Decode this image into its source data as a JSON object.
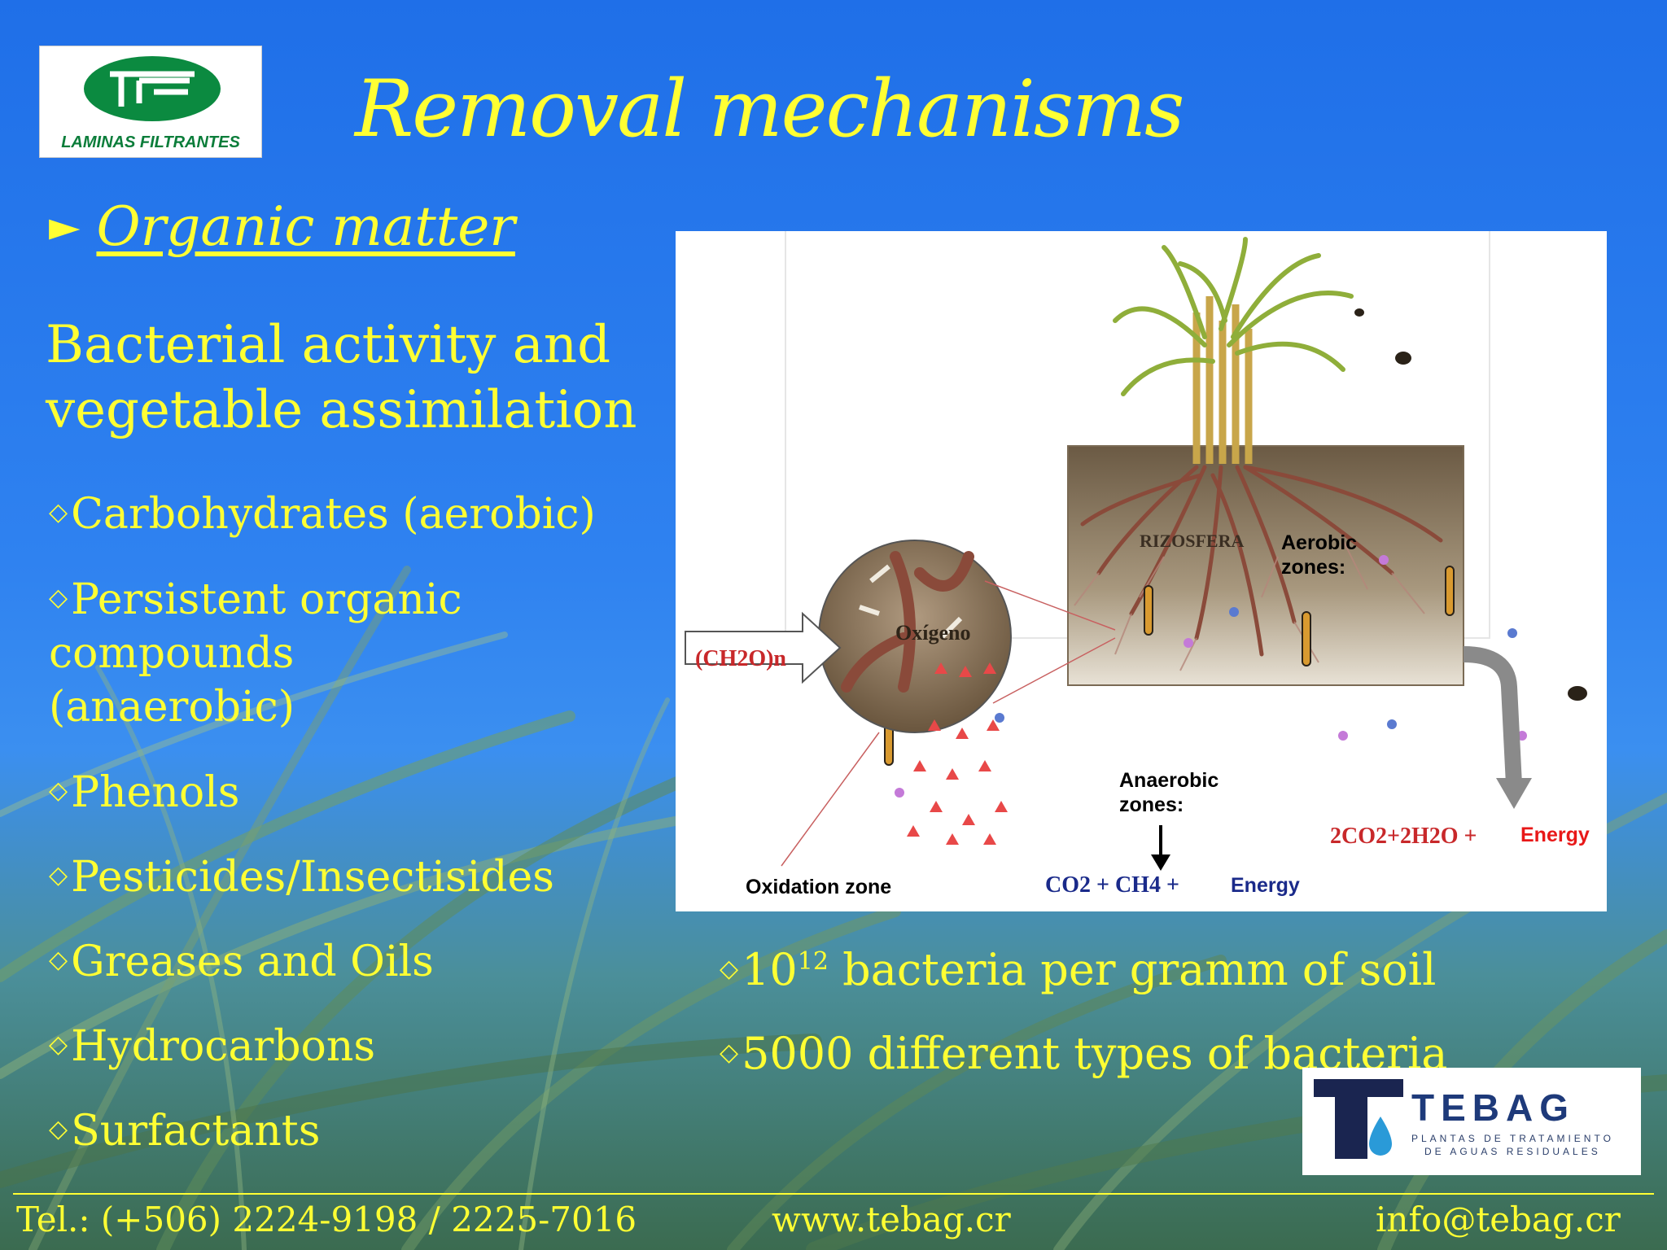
{
  "slide": {
    "title": "Removal mechanisms",
    "subheading": "Organic matter",
    "bullet_marker": "►",
    "intro_line1": "Bacterial activity and",
    "intro_line2": "vegetable assimilation",
    "item_marker": "◇",
    "items": [
      "Carbohydrates (aerobic)",
      "Persistent organic compounds",
      "(anaerobic)",
      "Phenols",
      "Pesticides/Insectisides",
      "Greases and Oils",
      "Hydrocarbons",
      "Surfactants"
    ],
    "fact1_base": "10",
    "fact1_exp": "12",
    "fact1_rest": " bacteria per gramm  of soil",
    "fact2": "5000 different types of bacteria"
  },
  "figure": {
    "label_rizosfera": "RIZOSFERA",
    "label_oxigeno": "Oxígeno",
    "label_input": "(CH2O)n",
    "label_aerobic_1": "Aerobic",
    "label_aerobic_2": "zones:",
    "label_anaerobic_1": "Anaerobic",
    "label_anaerobic_2": "zones:",
    "label_oxidation": "Oxidation zone",
    "formula_anaerobic": "CO2 + CH4 +",
    "energy_anaerobic": "Energy",
    "formula_aerobic": "2CO2+2H2O +",
    "energy_aerobic": "Energy"
  },
  "logos": {
    "laminas": "LAMINAS FILTRANTES",
    "tebag_name": "TEBAG",
    "tebag_sub1": "PLANTAS DE TRATAMIENTO",
    "tebag_sub2": "DE AGUAS RESIDUALES"
  },
  "footer": {
    "phone": "Tel.: (+506) 2224-9198 / 2225-7016",
    "web": "www.tebag.cr",
    "email": "info@tebag.cr"
  },
  "colors": {
    "text": "#ffff33",
    "sky": "#2f82f0",
    "logo_green": "#0b7d3a",
    "red_label": "#c8282a",
    "navy_label": "#1a2a8a"
  }
}
